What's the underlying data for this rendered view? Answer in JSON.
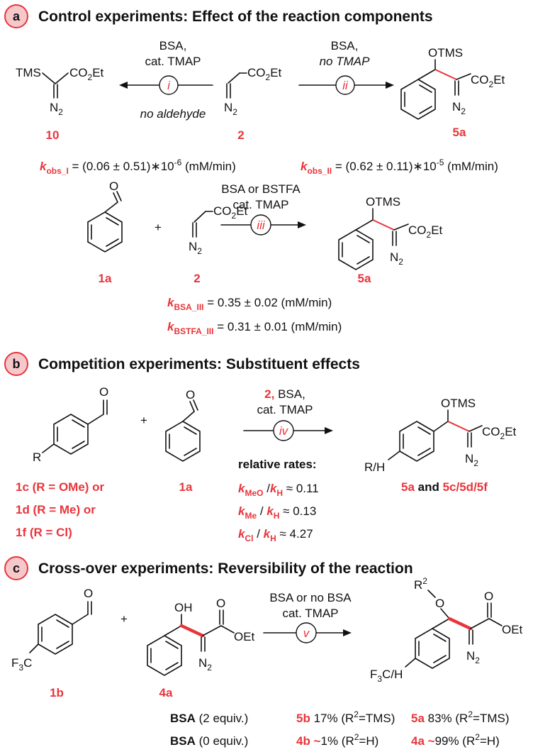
{
  "section_a": {
    "badge": "a",
    "title": "Control experiments: Effect of the reaction components",
    "arrow_i": {
      "label": "i",
      "above1": "BSA,",
      "above2": "cat. TMAP",
      "below": "no aldehyde"
    },
    "arrow_ii": {
      "label": "ii",
      "above1": "BSA,",
      "above2": "no TMAP"
    },
    "arrow_iii": {
      "label": "iii",
      "above1": "BSA or BSTFA",
      "above2": "cat. TMAP"
    },
    "cmpd_10": "10",
    "cmpd_2": "2",
    "cmpd_5a": "5a",
    "cmpd_1a": "1a",
    "k_obs_I": {
      "k": "k",
      "sub": "obs_I",
      "rest": " = (0.06 ± 0.51)∗10",
      "exp": "-6",
      "unit": " (mM/min)"
    },
    "k_obs_II": {
      "k": "k",
      "sub": "obs_II",
      "rest": " = (0.62 ± 0.11)∗10",
      "exp": "-5",
      "unit": " (mM/min)"
    },
    "k_BSA_III": {
      "k": "k",
      "sub": "BSA_III",
      "rest": " = 0.35 ± 0.02 (mM/min)"
    },
    "k_BSTFA_III": {
      "k": "k",
      "sub": "BSTFA_III",
      "rest": " = 0.31 ± 0.01 (mM/min)"
    }
  },
  "section_b": {
    "badge": "b",
    "title": "Competition experiments: Substituent effects",
    "arrow_iv": {
      "label": "iv",
      "above1_red": "2,",
      "above1": " BSA,",
      "above2": "cat. TMAP"
    },
    "relative_rates": "relative rates:",
    "rate_MeO": {
      "num_sub": "MeO",
      "slash": " /",
      "den_sub": "H",
      "value": " ≈ 0.11"
    },
    "rate_Me": {
      "num_sub": "Me",
      "slash": " / ",
      "den_sub": "H",
      "value": " ≈ 0.13"
    },
    "rate_Cl": {
      "num_sub": "Cl",
      "slash": " / ",
      "den_sub": "H",
      "value": " ≈ 4.27"
    },
    "substrates": [
      "1c (R = OMe) or",
      "1d (R = Me) or",
      "1f (R = Cl)"
    ],
    "cmpd_1a": "1a",
    "products_a": "5a",
    "products_and": " and ",
    "products_b": "5c/5d/5f"
  },
  "section_c": {
    "badge": "c",
    "title": "Cross-over experiments: Reversibility of the reaction",
    "arrow_v": {
      "label": "v",
      "above1": "BSA or no BSA",
      "above2": "cat. TMAP"
    },
    "cmpd_1b": "1b",
    "cmpd_4a": "4a",
    "results": [
      {
        "reagent": "BSA",
        "equiv": " (2 equiv.)",
        "p1": "5b",
        "p1_text": " 17% (R",
        "p1_tail": "=TMS)",
        "p2": "5a",
        "p2_text": " 83% (R",
        "p2_tail": "=TMS)"
      },
      {
        "reagent": "BSA",
        "equiv": " (0 equiv.)",
        "p1": "4b ~",
        "p1_text": "1% (R",
        "p1_tail": "=H)",
        "p2": "4a ~",
        "p2_text": "99% (R",
        "p2_tail": "=H)"
      }
    ]
  },
  "labels": {
    "TMS": "TMS",
    "CO2Et_a": "CO",
    "CO2Et_b": "Et",
    "two": "2",
    "N": "N",
    "OTMS": "OTMS",
    "O": "O",
    "R": "R",
    "RH": "R/H",
    "plus": "+",
    "OH": "OH",
    "OEt": "OEt",
    "R2": "R",
    "F3C": "F",
    "F3C_b": "C",
    "F3CH_tail": "C/H",
    "three": "3",
    "sup2": "2"
  },
  "colors": {
    "accent": "#e8353b",
    "badge_fill": "#f6c8cb",
    "text": "#111111"
  }
}
